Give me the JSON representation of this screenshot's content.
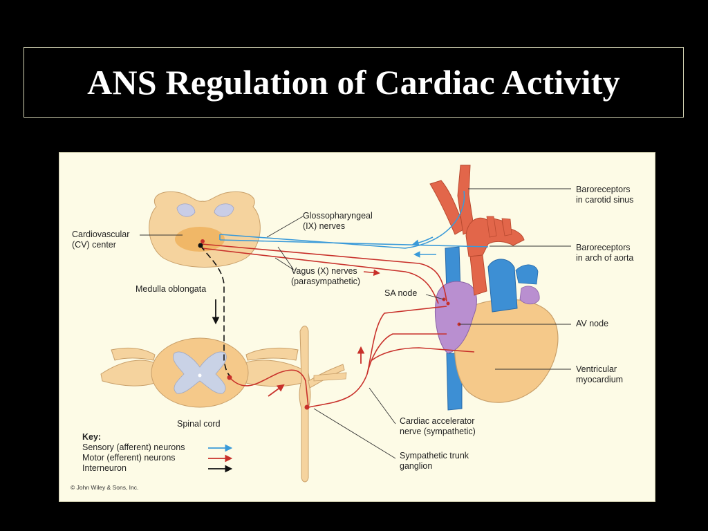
{
  "slide": {
    "title": "ANS Regulation of Cardiac Activity"
  },
  "diagram": {
    "labels": {
      "cv_center_line1": "Cardiovascular",
      "cv_center_line2": "(CV) center",
      "glossopharyngeal_line1": "Glossopharyngeal",
      "glossopharyngeal_line2": "(IX) nerves",
      "vagus_line1": "Vagus (X) nerves",
      "vagus_line2": "(parasympathetic)",
      "medulla": "Medulla oblongata",
      "spinal_cord": "Spinal cord",
      "baro_carotid_line1": "Baroreceptors",
      "baro_carotid_line2": "in carotid sinus",
      "baro_aorta_line1": "Baroreceptors",
      "baro_aorta_line2": "in arch of aorta",
      "sa_node": "SA node",
      "av_node": "AV node",
      "ventricular_line1": "Ventricular",
      "ventricular_line2": "myocardium",
      "accelerator_line1": "Cardiac accelerator",
      "accelerator_line2": "nerve (sympathetic)",
      "ganglion_line1": "Sympathetic trunk",
      "ganglion_line2": "ganglion"
    },
    "key": {
      "title": "Key:",
      "sensory": "Sensory (afferent) neurons",
      "motor": "Motor (efferent) neurons",
      "interneuron": "Interneuron"
    },
    "copyright": "© John Wiley & Sons, Inc.",
    "colors": {
      "sensory": "#3a9ad9",
      "motor": "#c8302a",
      "interneuron": "#111111",
      "tissue": "#f5c98a",
      "artery": "#e2664a",
      "vein": "#3d8fd4",
      "atrium": "#b98fd0"
    }
  }
}
